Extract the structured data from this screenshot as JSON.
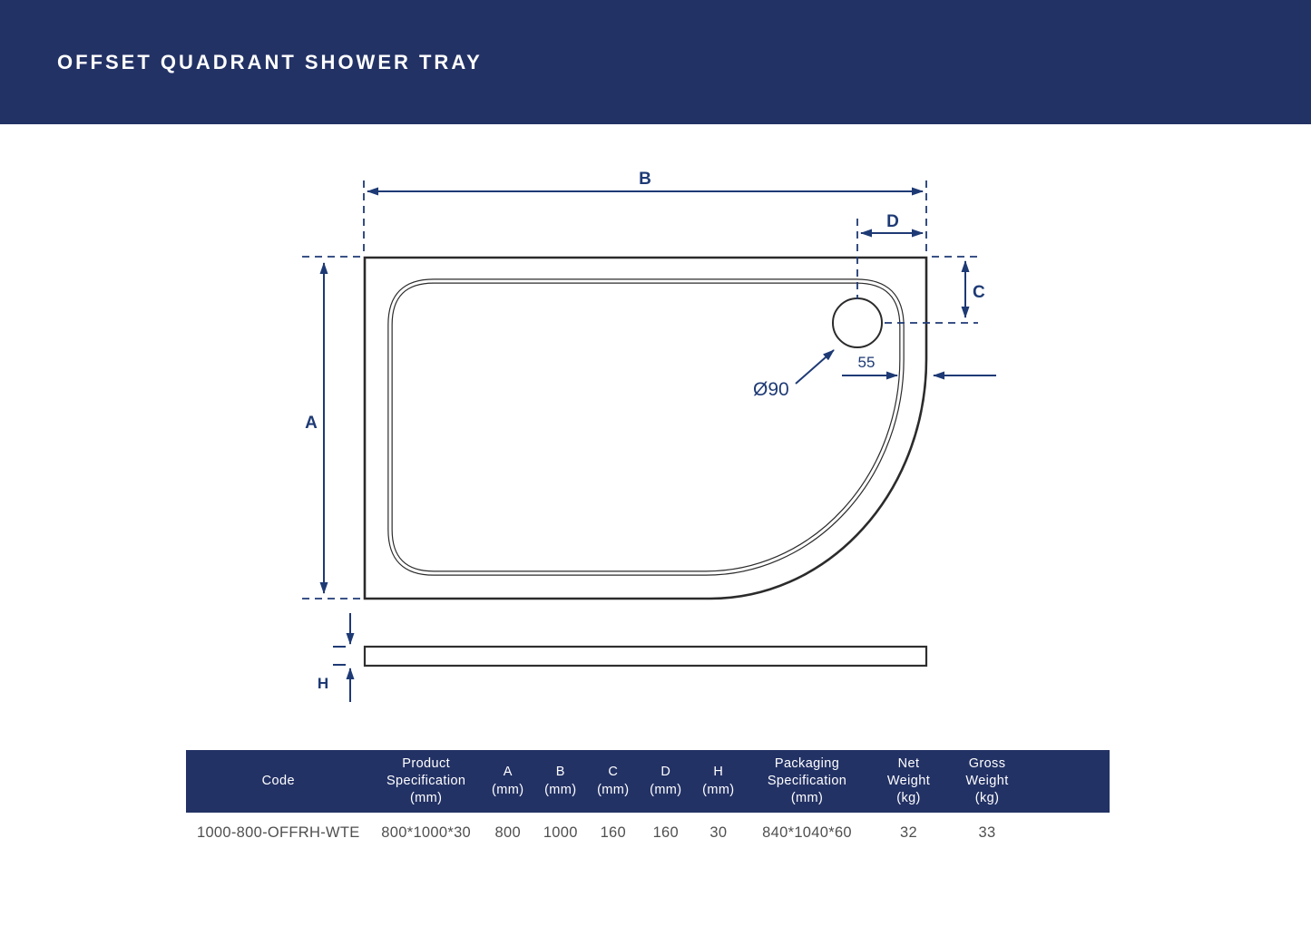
{
  "header": {
    "title": "OFFSET QUADRANT SHOWER TRAY"
  },
  "colors": {
    "navy": "#233265",
    "dimension_blue": "#1e3a75",
    "drawing_line": "#2b2b2b",
    "table_text": "#4f4f4f"
  },
  "diagram": {
    "labels": {
      "width": "B",
      "depth": "A",
      "drain_from_top": "C",
      "drain_from_right": "D",
      "height": "H",
      "drain_diameter": "Ø90",
      "drain_offset": "55"
    }
  },
  "table": {
    "columns": [
      {
        "id": "code",
        "lines": [
          "Code"
        ]
      },
      {
        "id": "product-spec",
        "lines": [
          "Product",
          "Specification",
          "(mm)"
        ]
      },
      {
        "id": "a",
        "lines": [
          "A",
          "(mm)"
        ]
      },
      {
        "id": "b",
        "lines": [
          "B",
          "(mm)"
        ]
      },
      {
        "id": "c",
        "lines": [
          "C",
          "(mm)"
        ]
      },
      {
        "id": "d",
        "lines": [
          "D",
          "(mm)"
        ]
      },
      {
        "id": "h",
        "lines": [
          "H",
          "(mm)"
        ]
      },
      {
        "id": "packaging-spec",
        "lines": [
          "Packaging",
          "Specification",
          "(mm)"
        ]
      },
      {
        "id": "net-weight",
        "lines": [
          "Net",
          "Weight",
          "(kg)"
        ]
      },
      {
        "id": "gross-weight",
        "lines": [
          "Gross",
          "Weight",
          "(kg)"
        ]
      }
    ],
    "rows": [
      [
        "1000-800-OFFRH-WTE",
        "800*1000*30",
        "800",
        "1000",
        "160",
        "160",
        "30",
        "840*1040*60",
        "32",
        "33"
      ]
    ]
  }
}
